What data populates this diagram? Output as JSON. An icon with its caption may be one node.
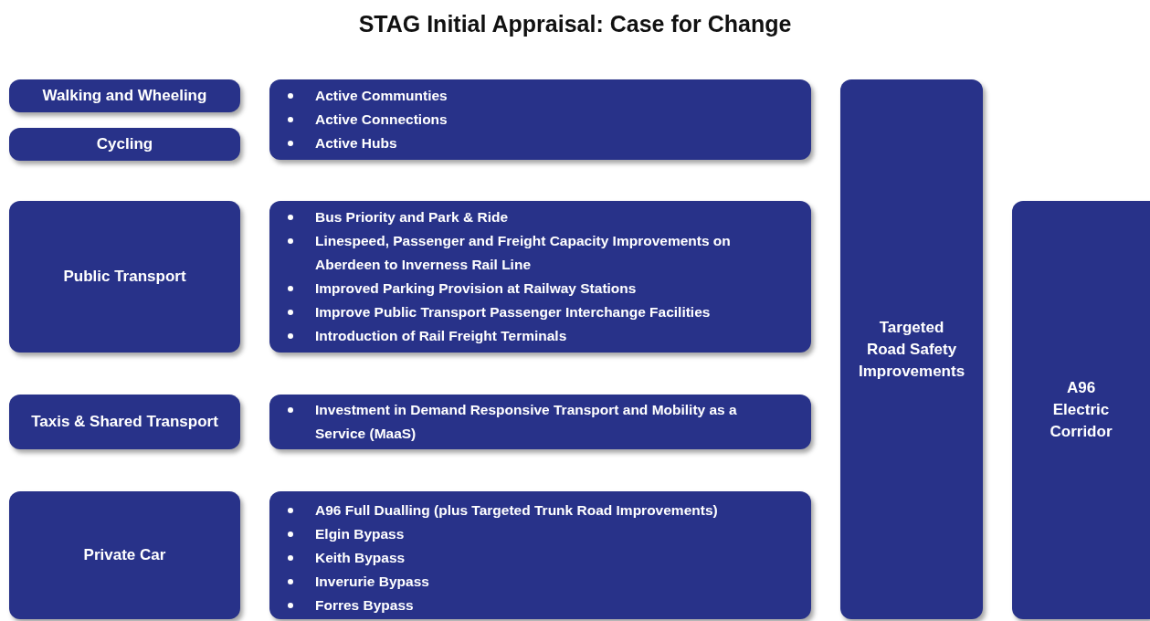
{
  "diagram": {
    "title": "STAG Initial Appraisal: Case for Change",
    "nodes": [
      {
        "text": [
          "Walking and Wheeling"
        ]
      },
      {
        "text": [
          "Cycling"
        ]
      },
      {
        "text": [
          "Active Communties",
          "Active Connections",
          "Active Hubs"
        ]
      },
      {
        "text": [
          "Targeted Road Safety Improvements"
        ]
      },
      {
        "text": [
          "Public Transport"
        ]
      },
      {
        "text": [
          "Bus Priority and Park & Ride",
          "Linespeed, Passenger and Freight Capacity Improvements on Aberdeen to Inverness Rail Line",
          "Improved Parking Provision at Railway Stations",
          "Improve Public Transport Passenger Interchange Facilities",
          "Introduction of Rail Freight Terminals"
        ]
      },
      {
        "text": [
          "A96 Electric Corridor"
        ]
      },
      {
        "text": [
          "Taxis & Shared Transport"
        ]
      },
      {
        "text": [
          "Investment in Demand Responsive Transport and Mobility as a Service (MaaS)"
        ]
      },
      {
        "text": [
          "Private Car"
        ]
      },
      {
        "text": [
          "A96 Full Dualling (plus Targeted Trunk Road Improvements)",
          "Elgin Bypass",
          "Keith Bypass",
          "Inverurie Bypass",
          "Forres Bypass"
        ]
      }
    ]
  }
}
